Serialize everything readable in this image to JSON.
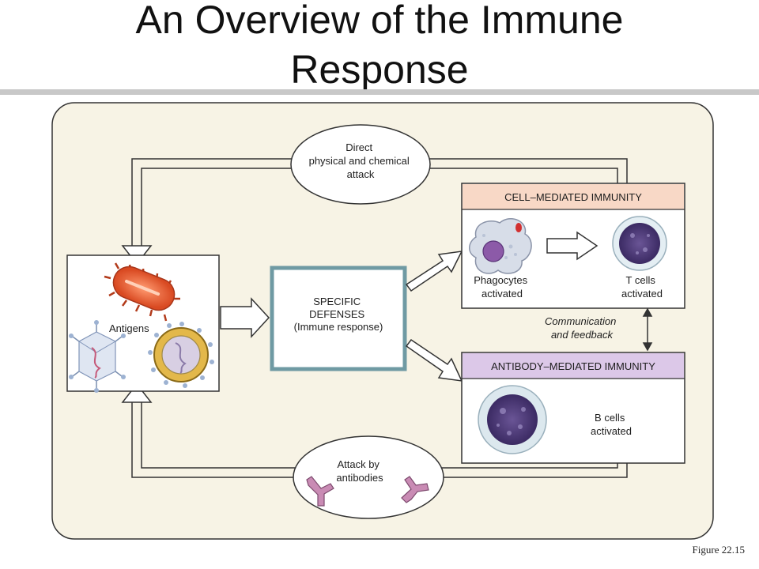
{
  "title": {
    "line1": "An Overview of the Immune",
    "line2": "Response"
  },
  "figure_label": "Figure 22.15",
  "diagram": {
    "top_ellipse": {
      "line1": "Direct",
      "line2": "physical and chemical",
      "line3": "attack"
    },
    "bottom_ellipse": {
      "line1": "Attack by",
      "line2": "antibodies"
    },
    "antigens_label": "Antigens",
    "center_box": {
      "line1": "SPECIFIC",
      "line2": "DEFENSES",
      "line3": "(Immune response)"
    },
    "cell_mediated": {
      "header": "CELL–MEDIATED IMMUNITY",
      "phagocytes_line1": "Phagocytes",
      "phagocytes_line2": "activated",
      "tcells_line1": "T cells",
      "tcells_line2": "activated"
    },
    "feedback": {
      "line1": "Communication",
      "line2": "and feedback"
    },
    "antibody_mediated": {
      "header": "ANTIBODY–MEDIATED IMMUNITY",
      "bcells_line1": "B cells",
      "bcells_line2": "activated"
    },
    "colors": {
      "panel_bg": "#f7f3e5",
      "cell_header": "#f8d8c6",
      "antibody_header": "#dcc8e8",
      "center_border": "#6f9aa3",
      "antibody_y": "#c98bb4"
    }
  }
}
